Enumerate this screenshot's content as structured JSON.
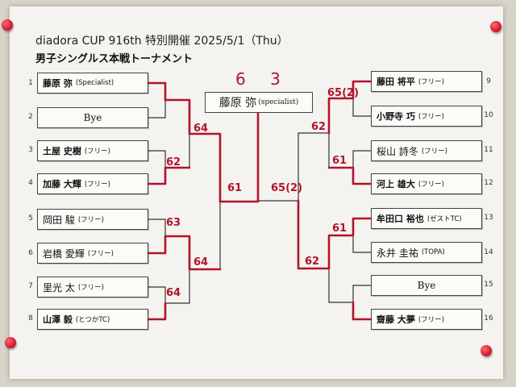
{
  "header": {
    "title": "diadora CUP 916th 特別開催 2025/5/1（Thu）",
    "subtitle": "男子シングルス本戦トーナメント"
  },
  "left_players": [
    {
      "seed": "1",
      "name": "藤原 弥",
      "aff": "(Specialist)",
      "style": "print"
    },
    {
      "seed": "2",
      "name": "Bye",
      "aff": "",
      "style": "bye"
    },
    {
      "seed": "3",
      "name": "土屋 史樹",
      "aff": "(フリー)",
      "style": "print"
    },
    {
      "seed": "4",
      "name": "加藤 大輝",
      "aff": "(フリー)",
      "style": "print"
    },
    {
      "seed": "5",
      "name": "岡田 駿",
      "aff": "(フリー)",
      "style": "hand"
    },
    {
      "seed": "6",
      "name": "岩橋 愛輝",
      "aff": "(フリー)",
      "style": "hand"
    },
    {
      "seed": "7",
      "name": "里光 太",
      "aff": "(フリー)",
      "style": "hand"
    },
    {
      "seed": "8",
      "name": "山澤 毅",
      "aff": "(とつかTC)",
      "style": "print"
    }
  ],
  "right_players": [
    {
      "seed": "9",
      "name": "藤田 将平",
      "aff": "(フリー)",
      "style": "print"
    },
    {
      "seed": "10",
      "name": "小野寺 巧",
      "aff": "(フリー)",
      "style": "print"
    },
    {
      "seed": "11",
      "name": "桜山 詩冬",
      "aff": "(フリー)",
      "style": "hand"
    },
    {
      "seed": "12",
      "name": "河上 雄大",
      "aff": "(フリー)",
      "style": "print"
    },
    {
      "seed": "13",
      "name": "牟田口 裕也",
      "aff": "(ゼストTC)",
      "style": "print"
    },
    {
      "seed": "14",
      "name": "永井 圭祐",
      "aff": "(TOPA)",
      "style": "hand"
    },
    {
      "seed": "15",
      "name": "Bye",
      "aff": "",
      "style": "bye"
    },
    {
      "seed": "16",
      "name": "齋藤 大夢",
      "aff": "(フリー)",
      "style": "print"
    }
  ],
  "champion": {
    "name": "藤原 弥",
    "aff": "(specialist)"
  },
  "scores": {
    "final": "6 3",
    "l_r1_b": "62",
    "l_r1_c": "63",
    "l_r1_d": "64",
    "l_r2_a": "64",
    "l_r2_b": "64",
    "l_sf": "61",
    "r_sf": "65(2)",
    "r_r2_a": "62",
    "r_r2_b": "62",
    "r_r1_a": "65(2)",
    "r_r1_b": "61",
    "r_r1_c": "61"
  }
}
